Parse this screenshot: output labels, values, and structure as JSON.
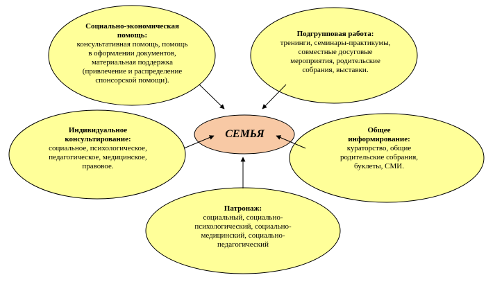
{
  "center": {
    "label": "СЕМЬЯ",
    "fill": "#f8c9a5"
  },
  "node_fill": "#ffff99",
  "nodes": {
    "social_economic": {
      "heading": "Социально-экономическая помощь:",
      "body": "консультативная помощь, помощь в оформлении документов, материальная поддержка (привлечение и распределение спонсорской помощи)."
    },
    "group_work": {
      "heading": "Подгрупповая работа:",
      "body": "тренинги, семинары-практикумы, совместные досуговые мероприятия, родительские собрания, выставки."
    },
    "individual": {
      "heading": "Индивидуальное консультирование:",
      "body": "социальное, психологическое, педагогическое, медицинское, правовое."
    },
    "general_info": {
      "heading": "Общее информирование:",
      "body": "кураторство, общие родительские собрания, буклеты, СМИ."
    },
    "patronage": {
      "heading": "Патронаж:",
      "body": "социальный, социально-психологический, социально-медицинский, социально-педагогический"
    }
  }
}
